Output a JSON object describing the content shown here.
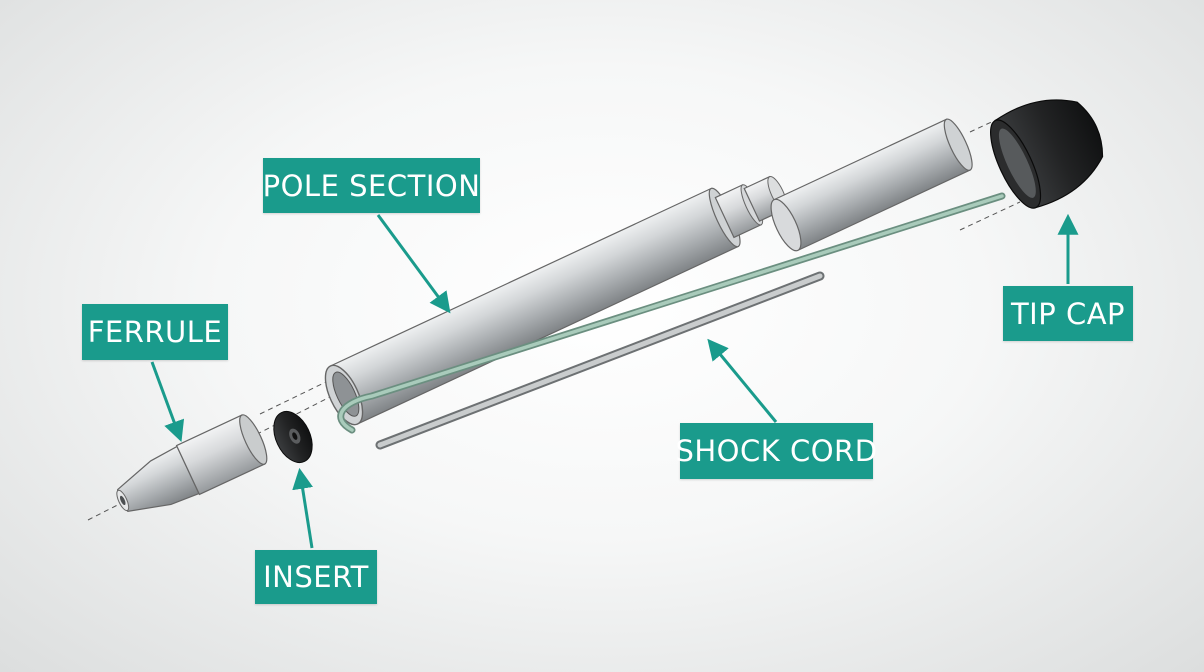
{
  "colors": {
    "accent": "#1a9b8c",
    "label_text": "#ffffff",
    "metal": "#b8bcbf",
    "rubber": "#1c1d1e",
    "cord": "#8fb8a6"
  },
  "labels": {
    "pole_section": "POLE SECTION",
    "ferrule": "FERRULE",
    "insert": "INSERT",
    "shock_cord": "SHOCK CORD",
    "tip_cap": "TIP CAP"
  }
}
